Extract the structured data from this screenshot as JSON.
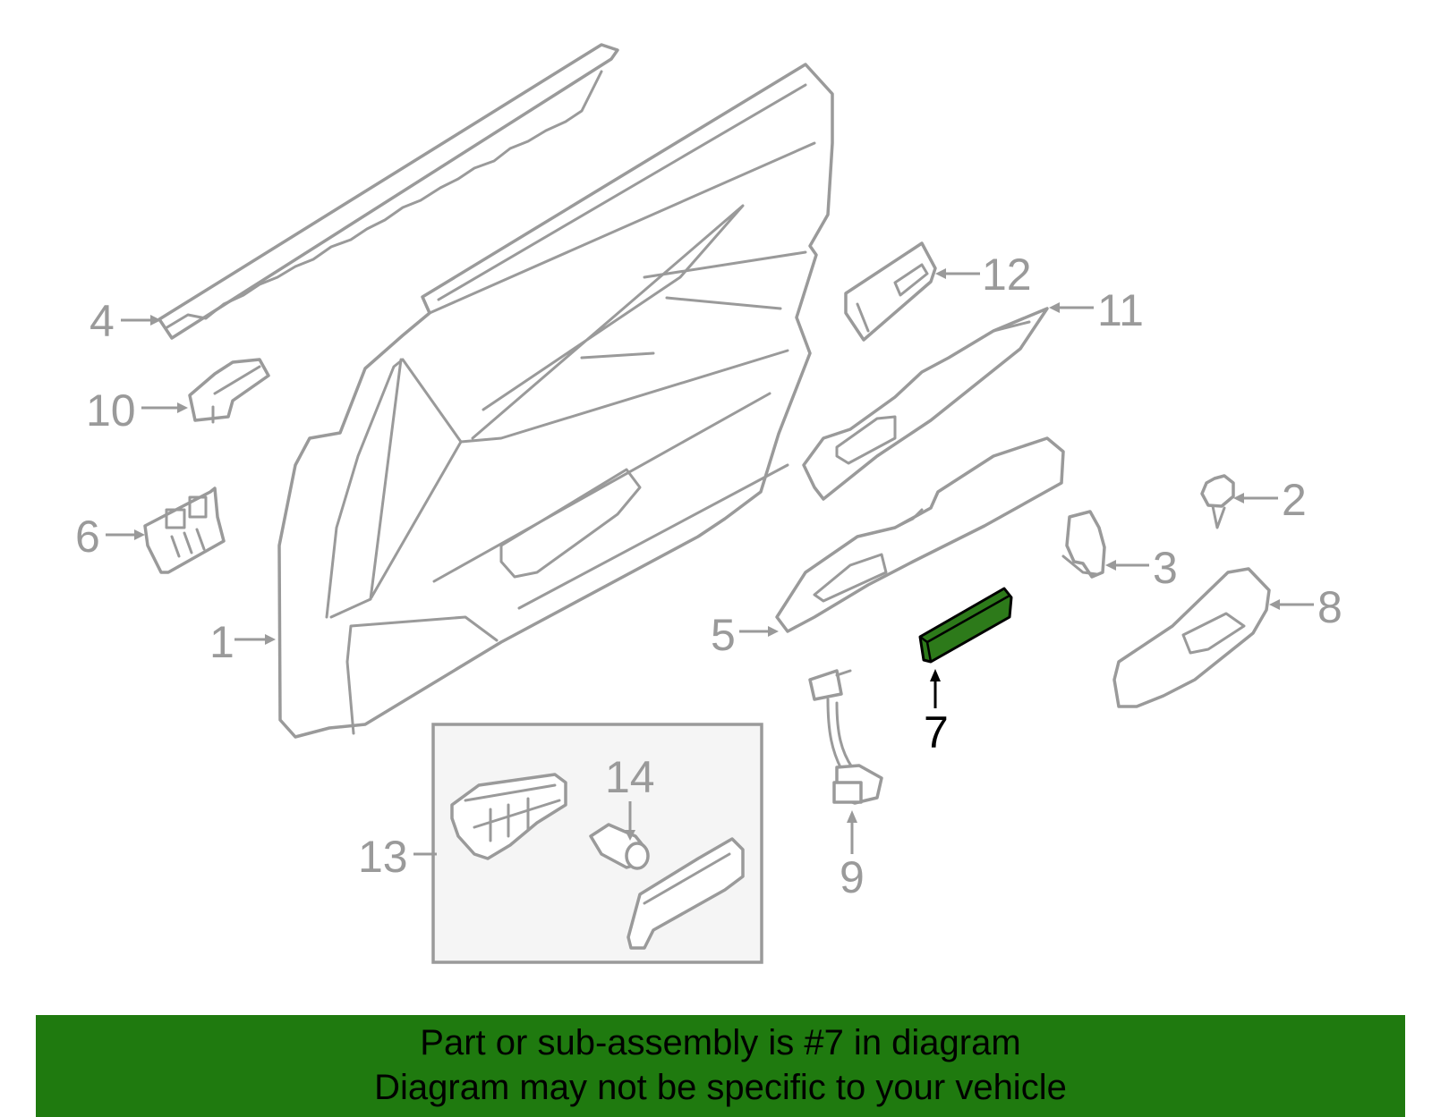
{
  "callouts": {
    "p1": "1",
    "p2": "2",
    "p3": "3",
    "p4": "4",
    "p5": "5",
    "p6": "6",
    "p7": "7",
    "p8": "8",
    "p9": "9",
    "p10": "10",
    "p11": "11",
    "p12": "12",
    "p13": "13",
    "p14": "14"
  },
  "highlighted_part": "7",
  "colors": {
    "highlight_fill": "#2d7a1a",
    "banner_background": "#1f7a0f",
    "line_gray": "#9a9a9a",
    "inset_background": "#f5f5f5"
  },
  "banner": {
    "line1": "Part or sub-assembly is #7 in diagram",
    "line2": "Diagram may not be specific to your vehicle"
  }
}
